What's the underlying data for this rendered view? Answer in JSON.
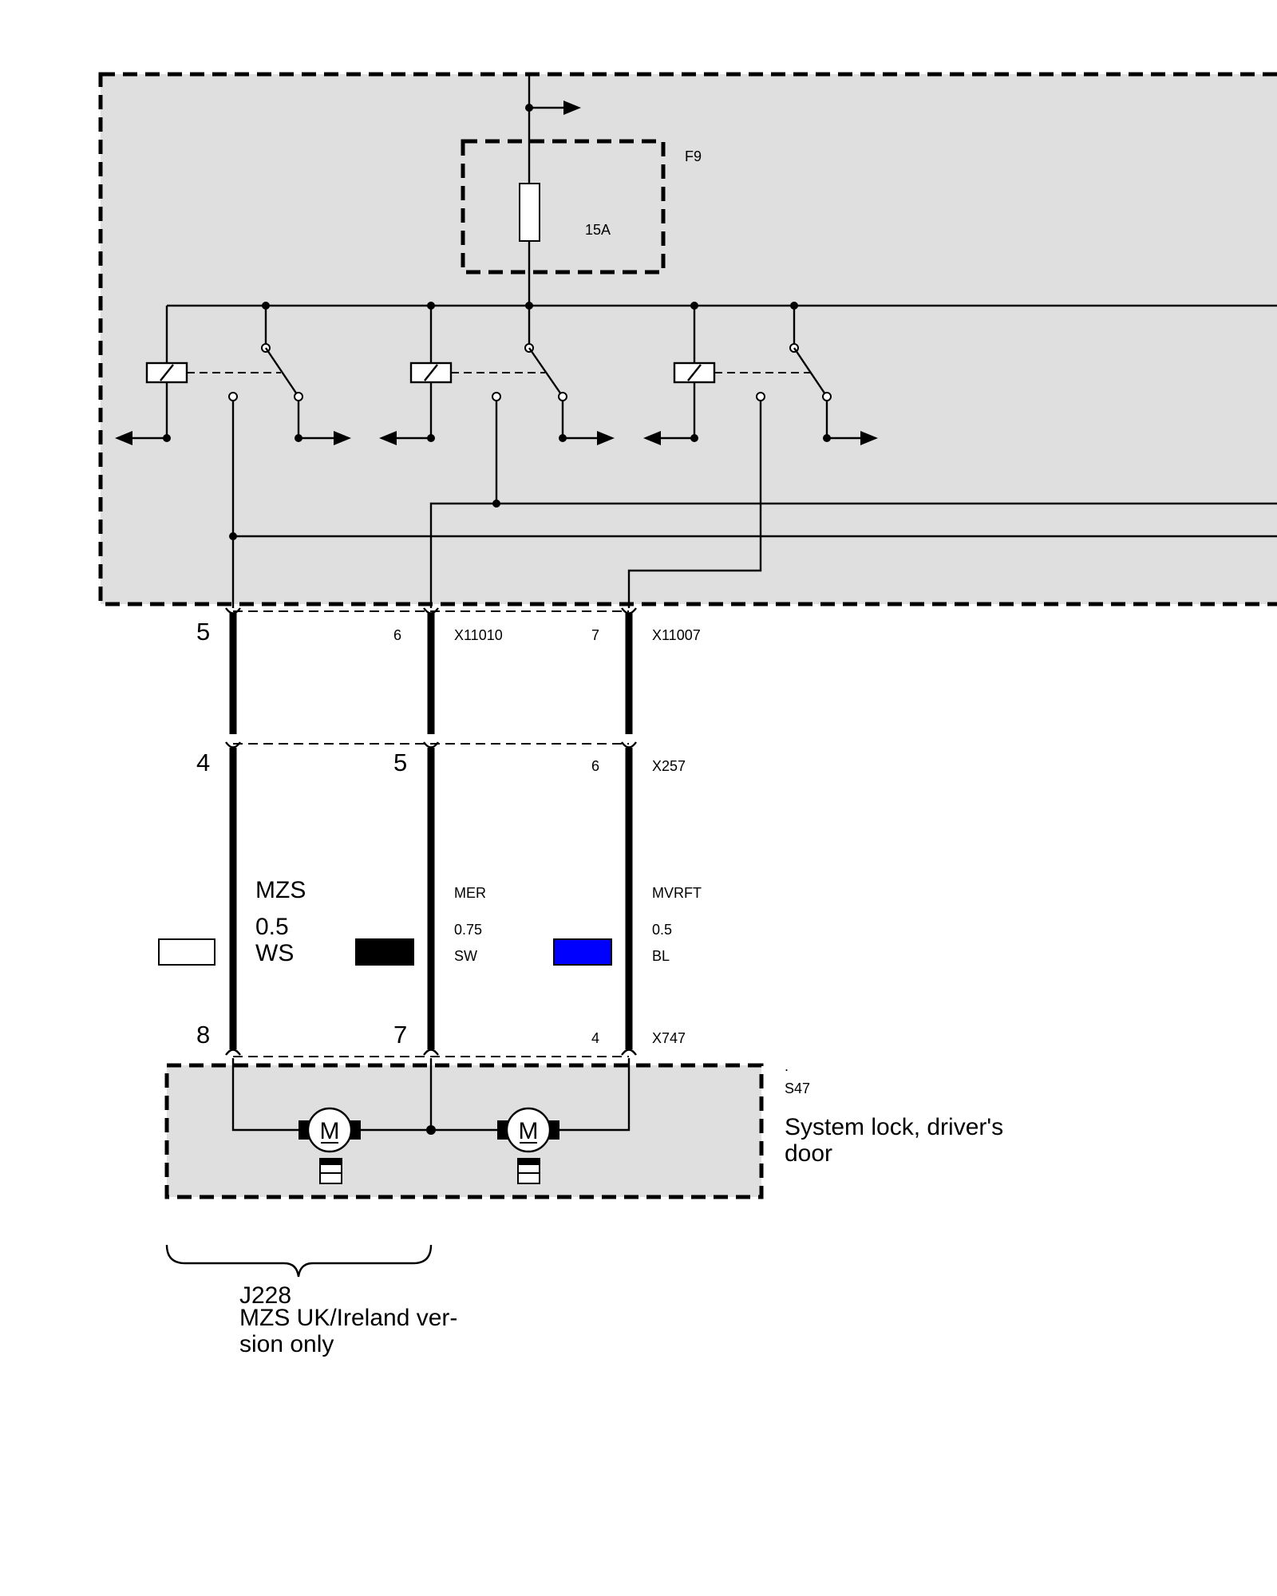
{
  "fuse": {
    "ref": "F9",
    "rating": "15A"
  },
  "connectors": {
    "x11010": {
      "name": "X11010",
      "pins": [
        "5",
        "6"
      ]
    },
    "x11007": {
      "name": "X11007",
      "pins": [
        "7"
      ]
    },
    "x257": {
      "name": "X257",
      "pins": [
        "4",
        "5",
        "6"
      ]
    },
    "x747": {
      "name": "X747",
      "pins": [
        "8",
        "7",
        "4"
      ]
    }
  },
  "wires": [
    {
      "function": "MZS",
      "size": "0.5",
      "color_code": "WS",
      "swatch_color": "#ffffff"
    },
    {
      "function": "MER",
      "size": "0.75",
      "color_code": "SW",
      "swatch_color": "#000000"
    },
    {
      "function": "MVRFT",
      "size": "0.5",
      "color_code": "BL",
      "swatch_color": "#0000ff"
    }
  ],
  "component": {
    "dot": ".",
    "ref": "S47",
    "desc_line1": "System lock, driver's",
    "desc_line2": "door",
    "motor_label": "M"
  },
  "note": {
    "ref": "J228",
    "line1": "MZS UK/Ireland ver-",
    "line2": "sion only"
  }
}
